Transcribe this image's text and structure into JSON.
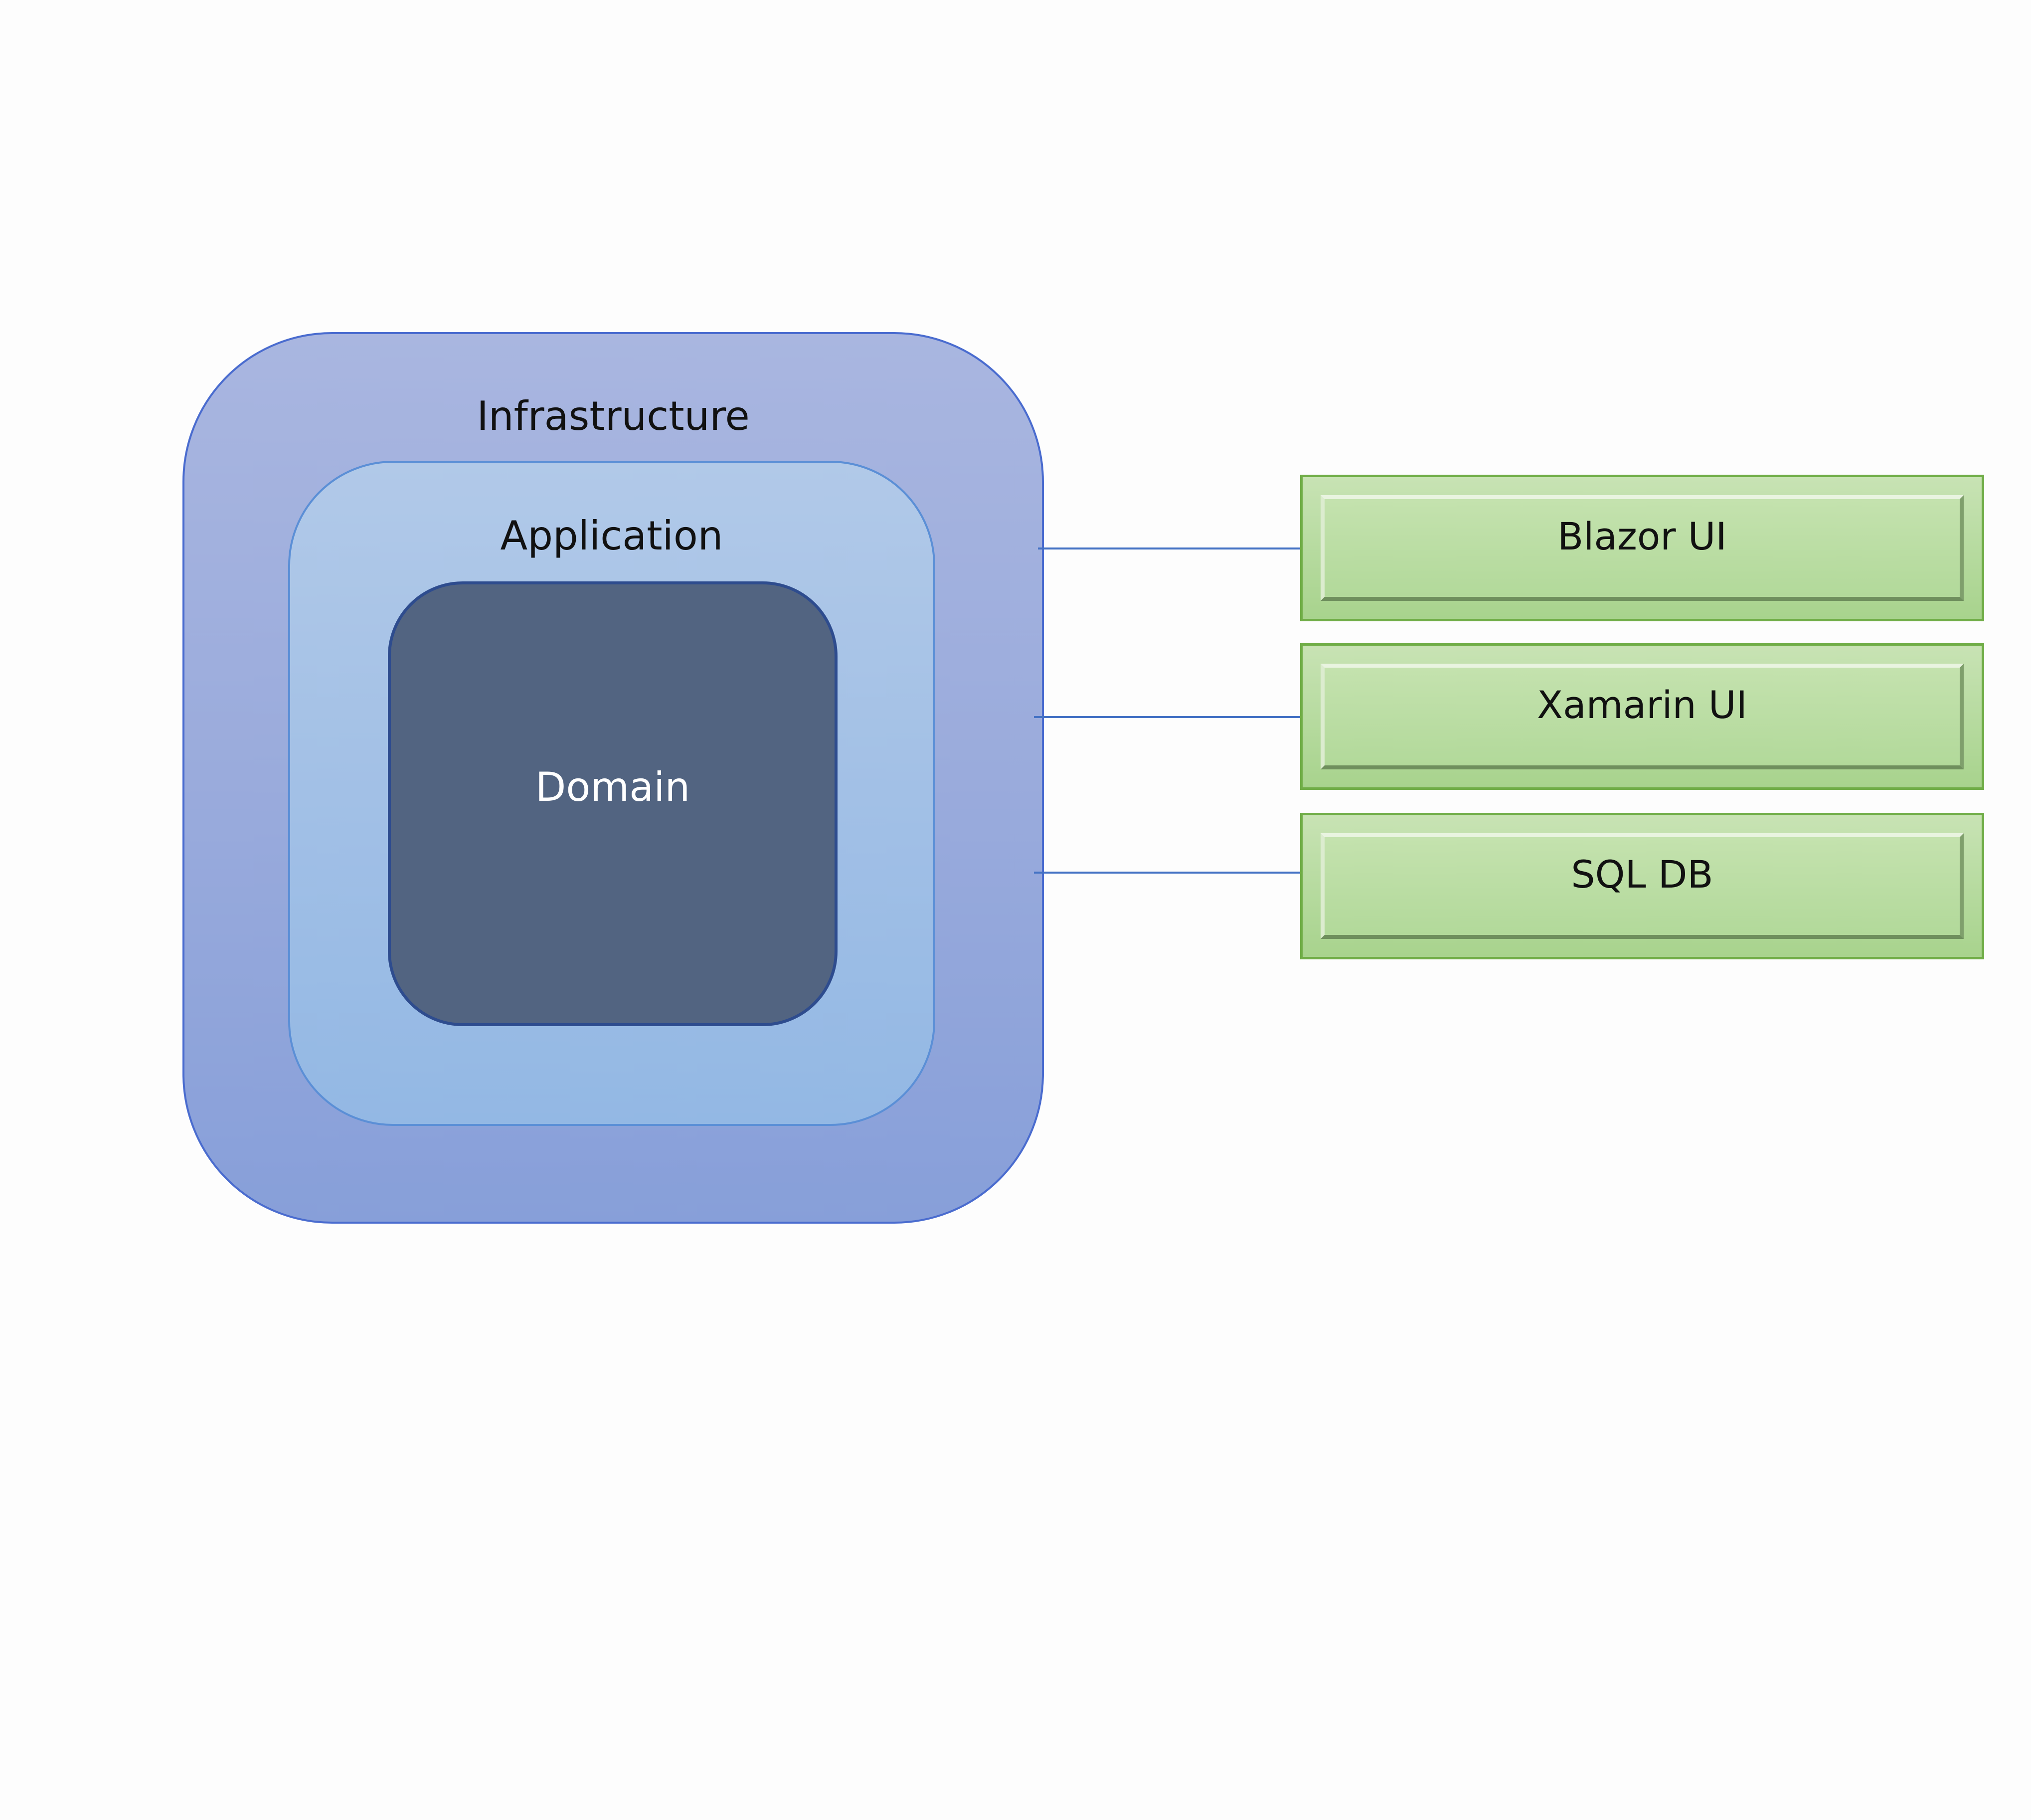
{
  "diagram": {
    "layers": {
      "infrastructure": "Infrastructure",
      "application": "Application",
      "domain": "Domain"
    },
    "external": [
      {
        "label": "Blazor UI"
      },
      {
        "label": "Xamarin UI"
      },
      {
        "label": "SQL DB"
      }
    ],
    "colors": {
      "infrastructure_fill": "#a9b6e0",
      "application_fill": "#a2c0e6",
      "domain_fill": "#526481",
      "external_fill": "#b7dba0",
      "external_border": "#70ad47",
      "connector": "#4472c4"
    }
  }
}
